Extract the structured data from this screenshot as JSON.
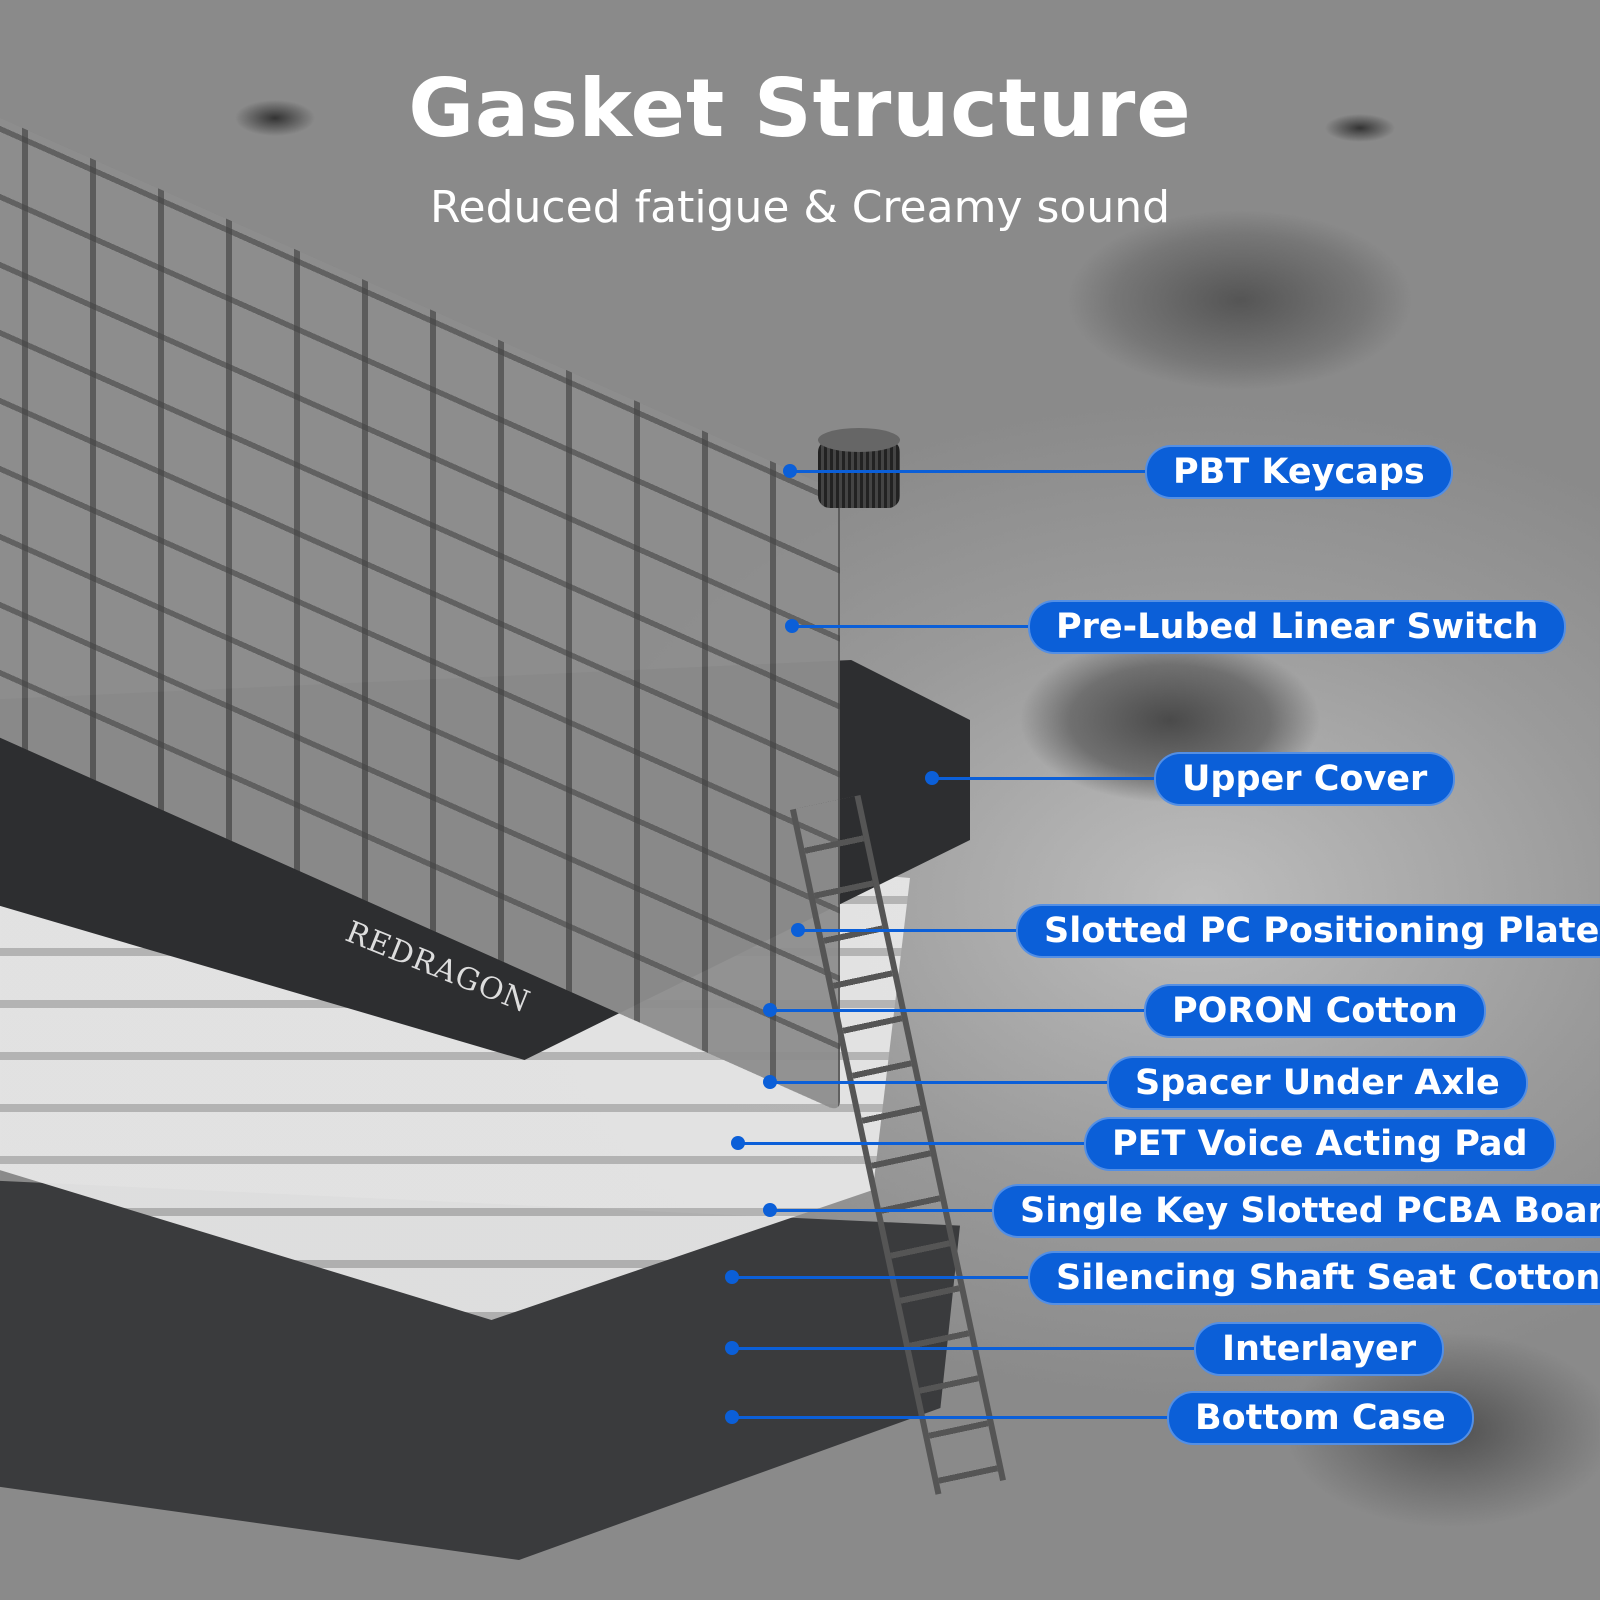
{
  "header": {
    "title": "Gasket Structure",
    "subtitle": "Reduced fatigue & Creamy sound"
  },
  "brand_logo": "REDRAGON",
  "accent_color": "#0b5fd8",
  "layers": [
    "PBT Keycaps",
    "Pre-Lubed Linear Switch",
    "Upper Cover",
    "Slotted PC Positioning Plate",
    "PORON Cotton",
    "Spacer Under Axle",
    "PET Voice Acting Pad",
    "Single Key Slotted PCBA Board",
    "Silencing Shaft Seat Cotton",
    "Interlayer",
    "Bottom Case"
  ]
}
